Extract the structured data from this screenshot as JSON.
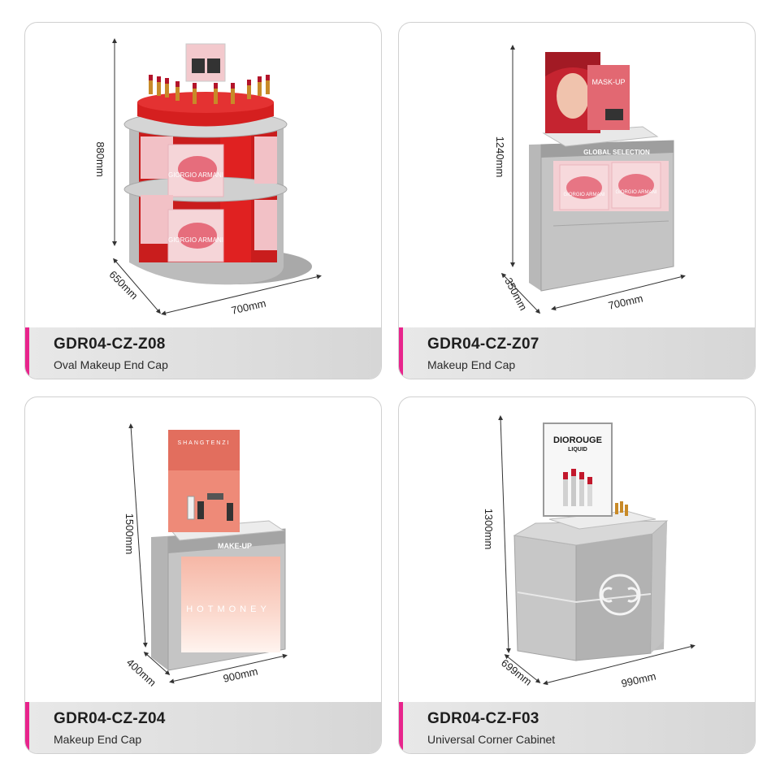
{
  "accent_color": "#e8248c",
  "products": [
    {
      "code": "GDR04-CZ-Z08",
      "name": "Oval Makeup End Cap",
      "dimensions": {
        "height": "880mm",
        "depth": "650mm",
        "width": "700mm"
      },
      "signage": {
        "brand": "GIORGIO ARMANI"
      }
    },
    {
      "code": "GDR04-CZ-Z07",
      "name": "Makeup End Cap",
      "dimensions": {
        "height": "1240mm",
        "depth": "350mm",
        "width": "700mm"
      },
      "signage": {
        "panel": "MASK-UP",
        "header": "GLOBAL SELECTION",
        "brand": "GIORGIO ARMANI"
      }
    },
    {
      "code": "GDR04-CZ-Z04",
      "name": "Makeup End Cap",
      "dimensions": {
        "height": "1500mm",
        "depth": "400mm",
        "width": "900mm"
      },
      "signage": {
        "poster": "SHANGTENZI",
        "header": "MAKE-UP",
        "front": "HOTMONEY"
      }
    },
    {
      "code": "GDR04-CZ-F03",
      "name": "Universal Corner Cabinet",
      "dimensions": {
        "height": "1300mm",
        "depth": "699mm",
        "width": "990mm"
      },
      "signage": {
        "title": "DIOROUGE",
        "subtitle": "LIQUID"
      }
    }
  ]
}
